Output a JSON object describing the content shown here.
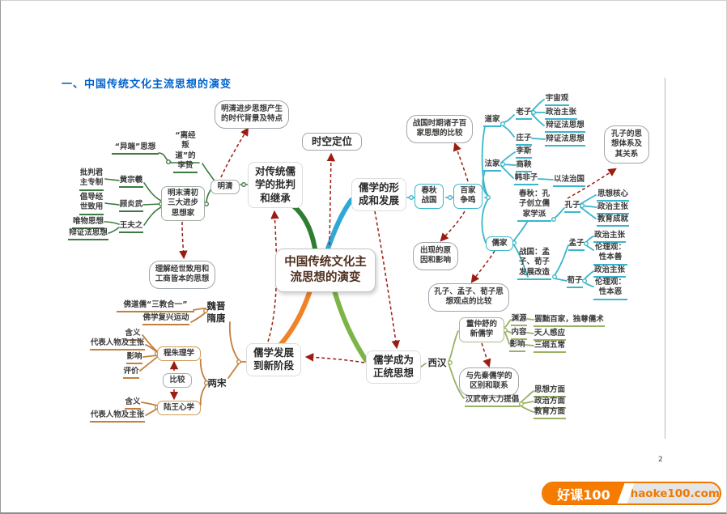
{
  "page": {
    "section_title": "一、中国传统文化主流思想的演变",
    "page_number": "2",
    "watermark": {
      "brand": "好课100",
      "site": "haoke100.com"
    }
  },
  "colors": {
    "title_blue": "#0063cc",
    "branch_green": "#3c7a3f",
    "branch_cyan": "#3ab6cc",
    "branch_orange": "#c1803d",
    "branch_olive": "#9ab065",
    "arrow_red": "#9b1d12",
    "watermark_orange": "#f57c00"
  },
  "mindmap": {
    "nodes": [
      {
        "id": "central",
        "text": "中国传统文化主流思想的演变"
      },
      {
        "id": "shikong",
        "text": "时空定位"
      },
      {
        "id": "yiduan",
        "text": "“异端”思想"
      },
      {
        "id": "lijing",
        "text": "“离经叛道”的李贽"
      },
      {
        "id": "pipan",
        "text": "批判君主专制"
      },
      {
        "id": "huangzongxi",
        "text": "黄宗羲"
      },
      {
        "id": "changdao",
        "text": "倡导经世致用"
      },
      {
        "id": "guyanwu",
        "text": "顾炎武"
      },
      {
        "id": "weiwu",
        "text": "唯物思想"
      },
      {
        "id": "bianzhengfa",
        "text": "辩证法思想"
      },
      {
        "id": "wangfuzhi",
        "text": "王夫之"
      },
      {
        "id": "mingmo",
        "text": "明末清初三大进步思想家"
      },
      {
        "id": "mingqing",
        "text": "明清"
      },
      {
        "id": "duichuantong",
        "text": "对传统儒学的批判和继承"
      },
      {
        "id": "bubble-mingqing-bg",
        "text": "明清进步思想产生的时代背景及特点"
      },
      {
        "id": "bubble-lijie",
        "text": "理解经世致用和工商皆本的思想"
      },
      {
        "id": "ruxue-xingcheng",
        "text": "儒学的形成和发展"
      },
      {
        "id": "chunqiu-zhanguo",
        "text": "春秋战国"
      },
      {
        "id": "baijia-zhengming",
        "text": "百家争鸣"
      },
      {
        "id": "bubble-zhuzi",
        "text": "战国时期诸子百家思想的比较"
      },
      {
        "id": "bubble-chuxian",
        "text": "出现的原因和影响"
      },
      {
        "id": "daojia",
        "text": "道家"
      },
      {
        "id": "laozi",
        "text": "老子"
      },
      {
        "id": "yuzhouguan",
        "text": "宇宙观"
      },
      {
        "id": "laozi-zhengzhi",
        "text": "政治主张"
      },
      {
        "id": "laozi-bianzheng",
        "text": "辩证法思想"
      },
      {
        "id": "zhuangzi",
        "text": "庄子"
      },
      {
        "id": "zhuangzi-bianzheng",
        "text": "辩证法思想"
      },
      {
        "id": "fajia",
        "text": "法家"
      },
      {
        "id": "lisi",
        "text": "李斯"
      },
      {
        "id": "shangyang",
        "text": "商鞅"
      },
      {
        "id": "hanfeizi",
        "text": "韩非子"
      },
      {
        "id": "yifazhiguo",
        "text": "以法治国"
      },
      {
        "id": "bubble-kongzi-tixi",
        "text": "孔子的思想体系及其关系"
      },
      {
        "id": "rujia",
        "text": "儒家"
      },
      {
        "id": "chunqiu-kongzi",
        "text": "春秋：孔子创立儒家学派"
      },
      {
        "id": "kongzi",
        "text": "孔子"
      },
      {
        "id": "kongzi-hexin",
        "text": "思想核心"
      },
      {
        "id": "kongzi-zhengzhi",
        "text": "政治主张"
      },
      {
        "id": "kongzi-jiaoyu",
        "text": "教育成就"
      },
      {
        "id": "zhanguo-mengxun",
        "text": "战国：孟子、荀子发展改造"
      },
      {
        "id": "mengzi",
        "text": "孟子"
      },
      {
        "id": "mengzi-zhengzhi",
        "text": "政治主张"
      },
      {
        "id": "mengzi-lunli",
        "text": "伦理观：性本善"
      },
      {
        "id": "xunzi",
        "text": "荀子"
      },
      {
        "id": "xunzi-zhengzhi",
        "text": "政治主张"
      },
      {
        "id": "xunzi-lunli",
        "text": "伦理观：性本恶"
      },
      {
        "id": "bubble-kmx-bijiao",
        "text": "孔子、孟子、荀子思想观点的比较"
      },
      {
        "id": "ruxue-fazhan",
        "text": "儒学发展到新阶段"
      },
      {
        "id": "weijin-suitang",
        "text": "魏晋隋唐"
      },
      {
        "id": "fodaoru",
        "text": "佛道儒“三教合一”"
      },
      {
        "id": "foxue-fuxing",
        "text": "佛学复兴运动"
      },
      {
        "id": "liangsong",
        "text": "两宋"
      },
      {
        "id": "chengzhu-lixue",
        "text": "程朱理学"
      },
      {
        "id": "hanyi-1",
        "text": "含义"
      },
      {
        "id": "daibiao-1",
        "text": "代表人物及主张"
      },
      {
        "id": "yingxiang-1",
        "text": "影响"
      },
      {
        "id": "pingjia-1",
        "text": "评价"
      },
      {
        "id": "bijiao",
        "text": "比较"
      },
      {
        "id": "luwang-xinxue",
        "text": "陆王心学"
      },
      {
        "id": "hanyi-2",
        "text": "含义"
      },
      {
        "id": "daibiao-2",
        "text": "代表人物及主张"
      },
      {
        "id": "ruxue-zhengtong",
        "text": "儒学成为正统思想"
      },
      {
        "id": "xihan",
        "text": "西汉"
      },
      {
        "id": "dongzhongshu",
        "text": "董仲舒的新儒学"
      },
      {
        "id": "yuanyuan",
        "text": "渊源"
      },
      {
        "id": "neirong",
        "text": "内容"
      },
      {
        "id": "yingxiang-2",
        "text": "影响"
      },
      {
        "id": "bachu-baijia",
        "text": "罢黜百家，独尊儒术"
      },
      {
        "id": "tianren-ganying",
        "text": "天人感应"
      },
      {
        "id": "sangang-wuchang",
        "text": "三纲五常"
      },
      {
        "id": "bubble-xianqin",
        "text": "与先秦儒学的区别和联系"
      },
      {
        "id": "hanwudi",
        "text": "汉武帝大力提倡"
      },
      {
        "id": "sixiang-fangmian",
        "text": "思想方面"
      },
      {
        "id": "zhengzhi-fangmian",
        "text": "政治方面"
      },
      {
        "id": "jiaoyu-fangmian",
        "text": "教育方面"
      }
    ]
  }
}
